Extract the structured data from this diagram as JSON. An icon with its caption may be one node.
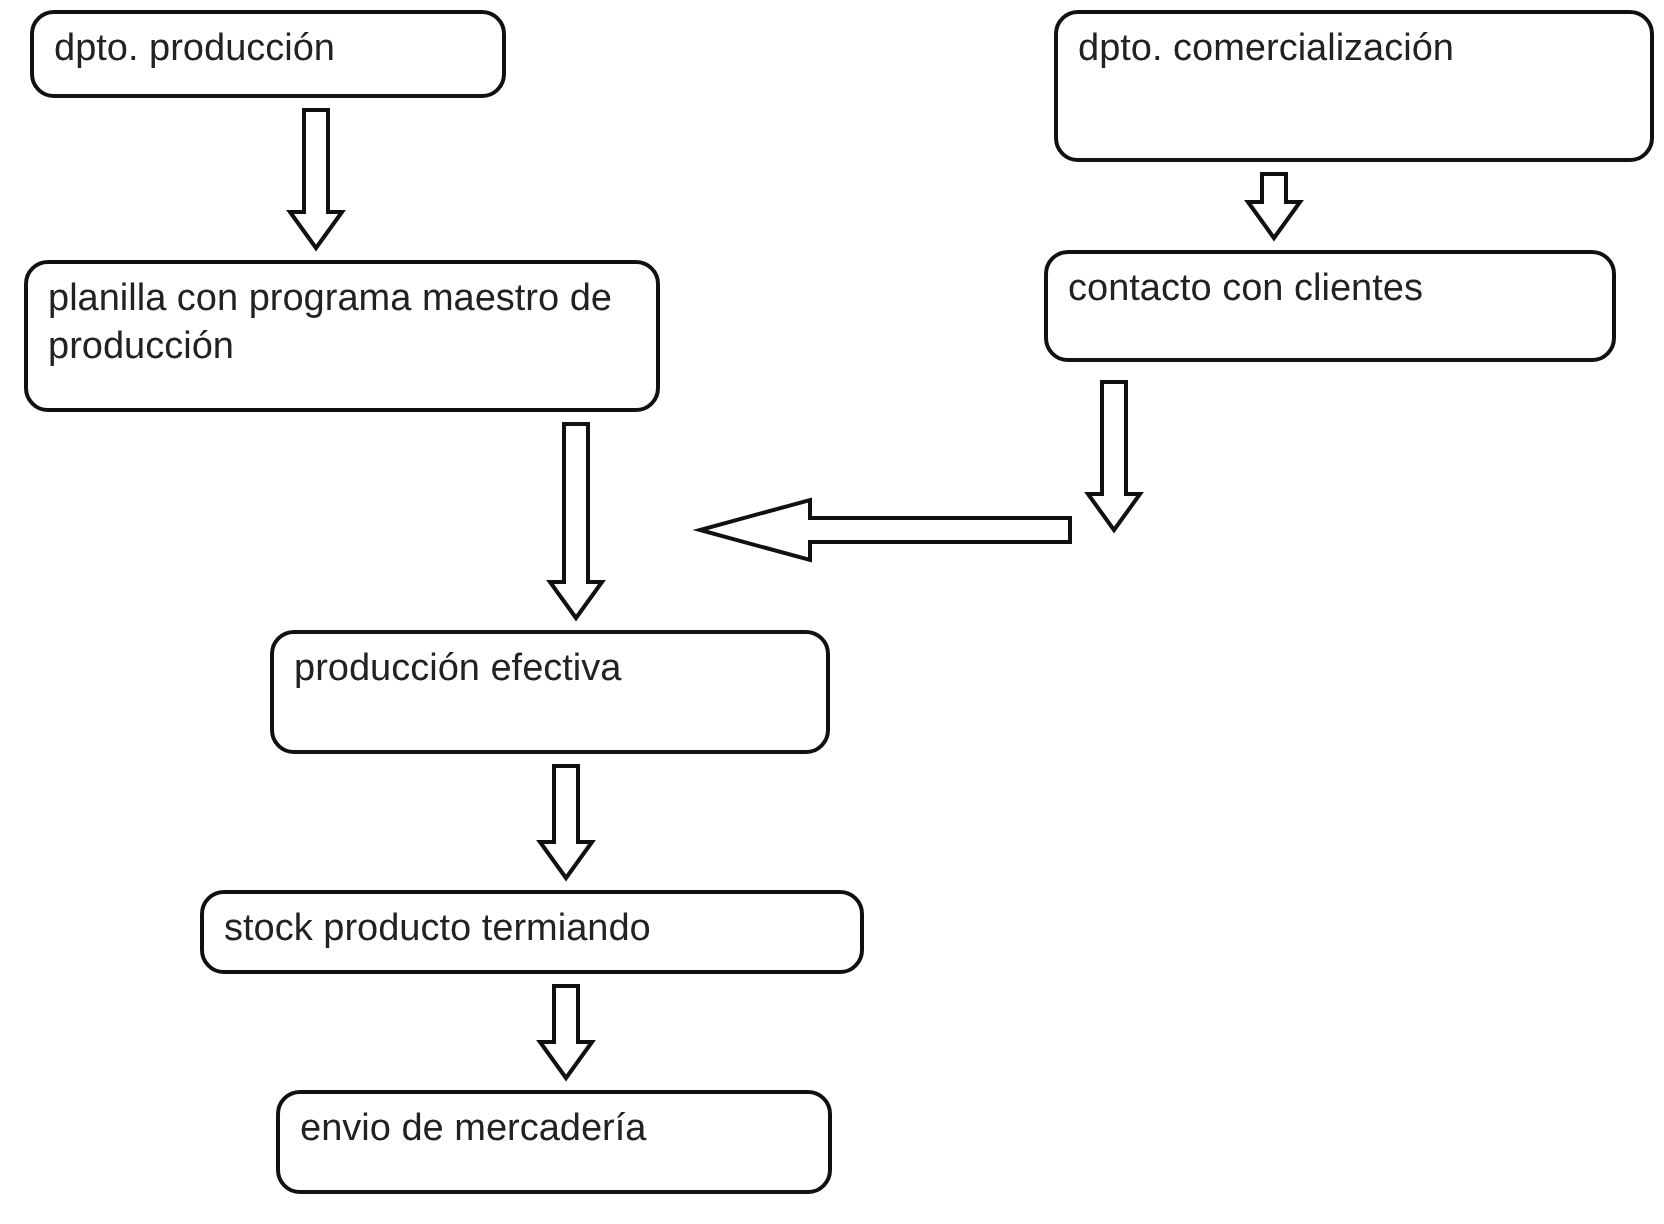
{
  "diagram": {
    "nodes": [
      {
        "text": [
          "dpto. producción"
        ]
      },
      {
        "text": [
          "dpto. comercialización"
        ]
      },
      {
        "text": [
          "planilla con programa maestro de producción"
        ]
      },
      {
        "text": [
          "contacto con clientes"
        ]
      },
      {
        "text": [
          "producción efectiva"
        ]
      },
      {
        "text": [
          "stock producto termiando"
        ]
      },
      {
        "text": [
          "envio de mercadería"
        ]
      }
    ],
    "edges": [
      {
        "from": 0,
        "to": 2,
        "arrow": "to"
      },
      {
        "from": 1,
        "to": 3,
        "arrow": "to"
      },
      {
        "from": 2,
        "to": 4,
        "arrow": "to"
      },
      {
        "from": 3,
        "to": 4,
        "arrow": "to"
      },
      {
        "from": 4,
        "to": 5,
        "arrow": "to"
      },
      {
        "from": 5,
        "to": 6,
        "arrow": "to"
      }
    ]
  }
}
